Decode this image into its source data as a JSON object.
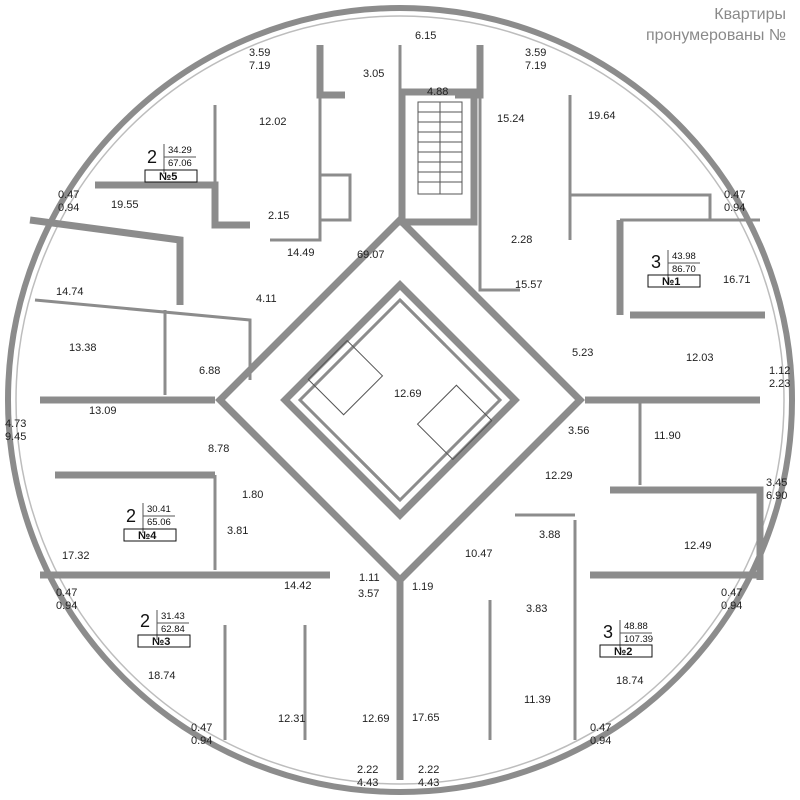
{
  "header": {
    "line1": "Квартиры",
    "line2": "пронумерованы №"
  },
  "apartments": [
    {
      "rooms": "3",
      "living": "43.98",
      "total": "86.70",
      "label": "№1"
    },
    {
      "rooms": "3",
      "living": "48.88",
      "total": "107.39",
      "label": "№2"
    },
    {
      "rooms": "2",
      "living": "31.43",
      "total": "62.84",
      "label": "№3"
    },
    {
      "rooms": "2",
      "living": "30.41",
      "total": "65.06",
      "label": "№4"
    },
    {
      "rooms": "2",
      "living": "34.29",
      "total": "67.06",
      "label": "№5"
    }
  ],
  "areas": [
    "6.15",
    "3.59",
    "7.19",
    "3.59",
    "7.19",
    "3.05",
    "4.88",
    "12.02",
    "15.24",
    "19.64",
    "0.47",
    "0.94",
    "19.55",
    "2.15",
    "0.47",
    "0.94",
    "2.28",
    "69.07",
    "14.49",
    "16.71",
    "14.74",
    "15.57",
    "4.11",
    "5.23",
    "13.38",
    "12.03",
    "1.12",
    "2.23",
    "6.88",
    "12.69",
    "13.09",
    "4.73",
    "9.45",
    "3.56",
    "11.90",
    "8.78",
    "12.29",
    "1.80",
    "3.45",
    "6.90",
    "3.81",
    "3.88",
    "12.49",
    "17.32",
    "10.47",
    "1.11",
    "14.42",
    "3.57",
    "1.19",
    "0.47",
    "0.94",
    "3.83",
    "0.47",
    "0.94",
    "18.74",
    "18.74",
    "12.31",
    "12.69",
    "17.65",
    "11.39",
    "0.47",
    "0.94",
    "0.47",
    "0.94",
    "2.22",
    "4.43",
    "2.22",
    "4.43"
  ]
}
